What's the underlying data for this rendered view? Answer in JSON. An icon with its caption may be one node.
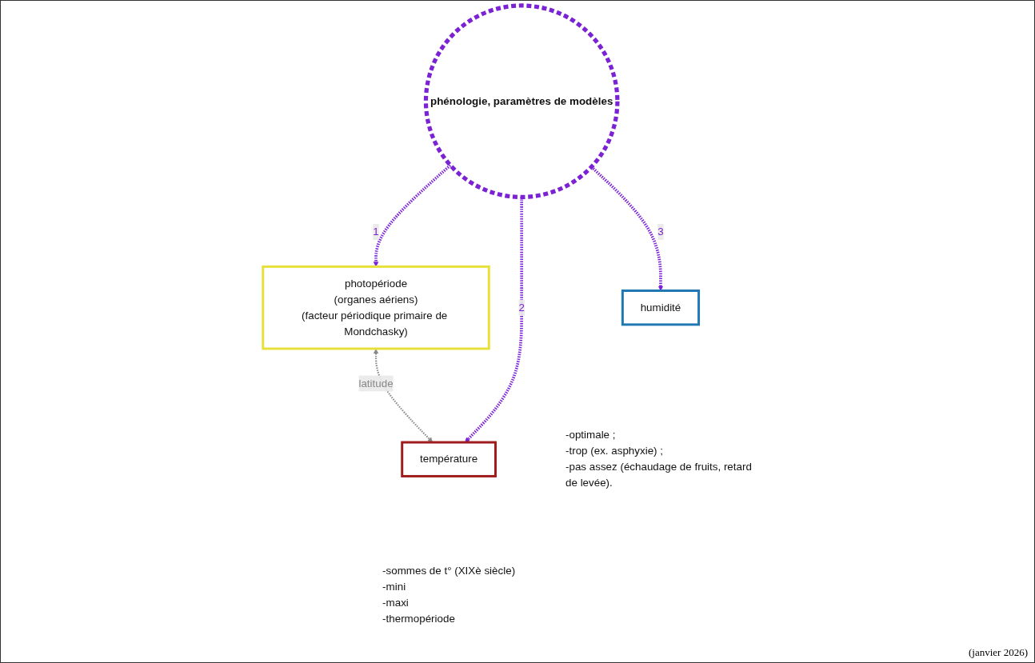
{
  "diagram": {
    "nodes": [
      {
        "text": [
          "photopériode",
          "(organes aériens)",
          "(facteur périodique primaire de Mondchasky)"
        ]
      },
      {
        "text": [
          "température"
        ],
        "beside": [
          "-sommes de t° (XIXè siècle)",
          "-mini",
          "-maxi",
          "-thermopériode"
        ]
      },
      {
        "text": [
          "phénologie, paramètres de modèles"
        ]
      },
      {
        "text": [
          "humidité"
        ],
        "beside": [
          "-optimale ;",
          "-trop (ex. asphyxie) ;",
          "-pas assez (échaudage de fruits, retard de levée)."
        ]
      }
    ],
    "edges": [
      {
        "from": 0,
        "to": 1,
        "arrow": "both",
        "label": "latitude",
        "style": "dashed",
        "color": "#888888"
      },
      {
        "from": 2,
        "to": 0,
        "arrow": "to",
        "label": "1",
        "style": "dashed"
      },
      {
        "from": 2,
        "to": 1,
        "arrow": "to",
        "label": "2",
        "style": "dashed"
      },
      {
        "from": 2,
        "to": 3,
        "arrow": "to",
        "label": "3",
        "style": "dashed"
      }
    ],
    "labels": [
      "(janvier 2026)"
    ]
  }
}
